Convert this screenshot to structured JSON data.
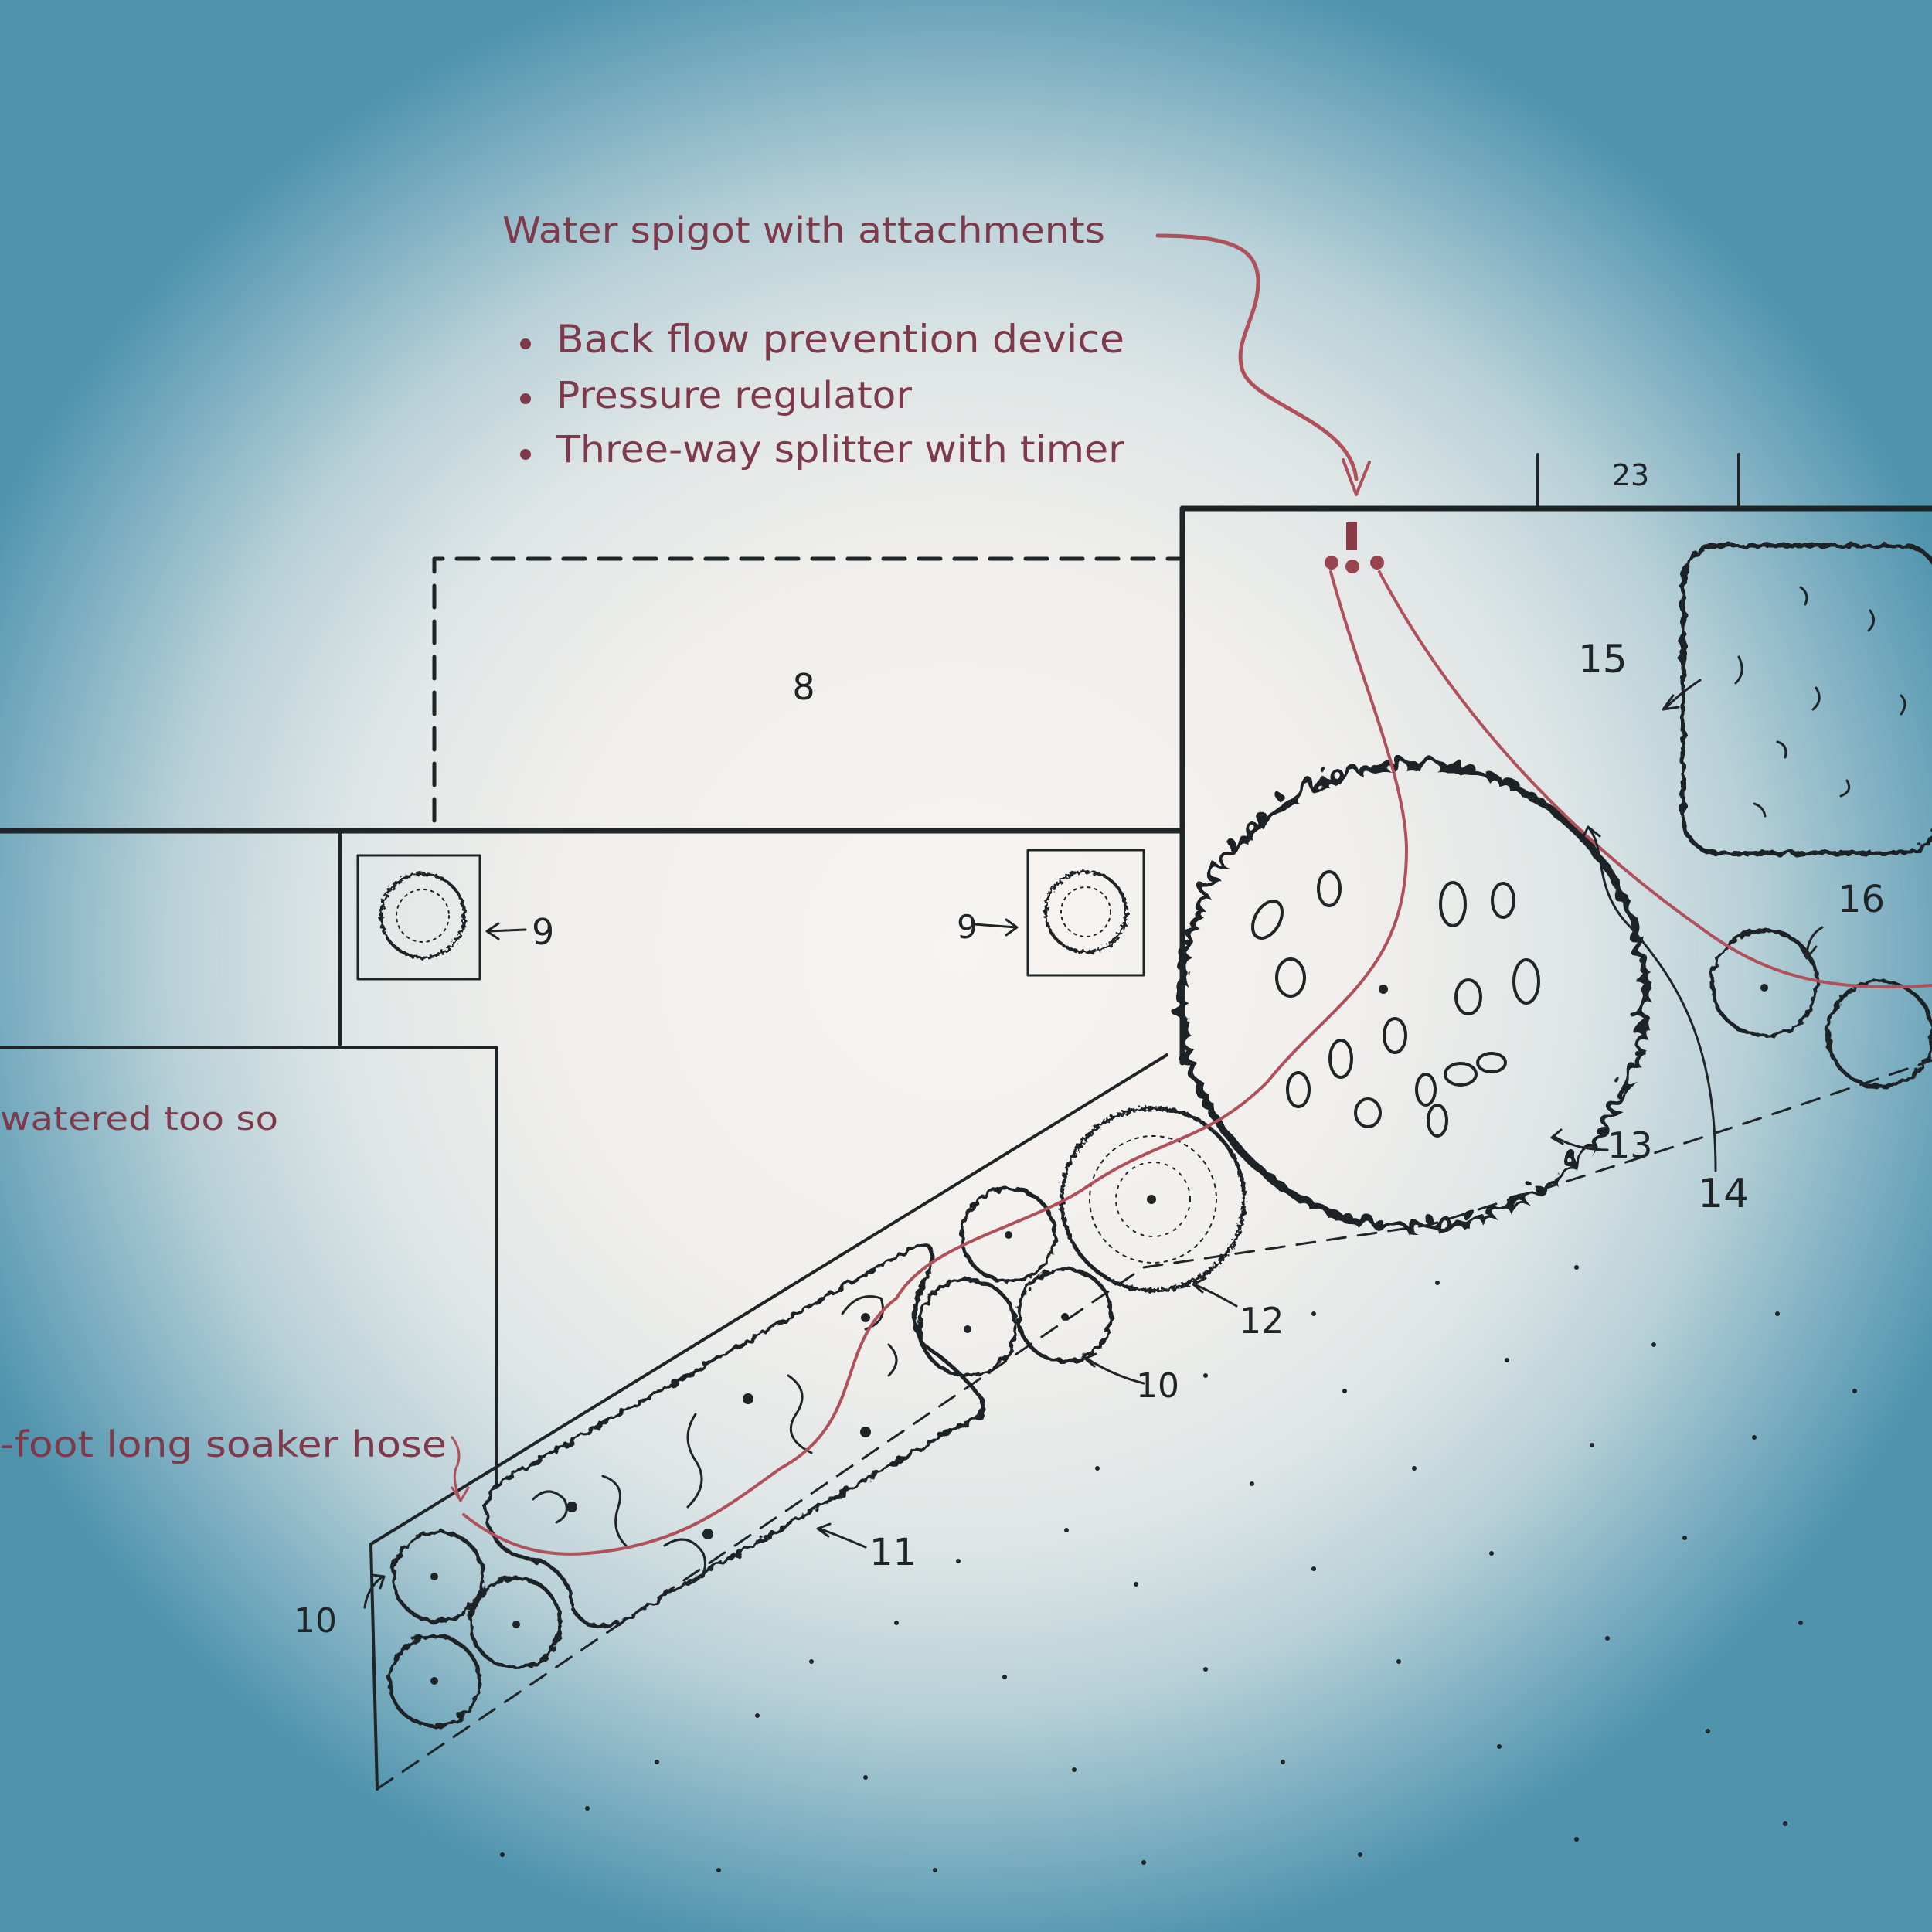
{
  "spigot_note": {
    "title": "Water spigot with attachments",
    "items": [
      "Back flow prevention device",
      "Pressure regulator",
      "Three-way splitter with timer"
    ]
  },
  "side_notes": {
    "watered": "watered too so",
    "soaker": "-foot long soaker hose"
  },
  "labels": {
    "area_8": "8",
    "dim_23": "23",
    "item_9_left": "9",
    "item_9_right": "9",
    "item_10_left": "10",
    "item_10_mid": "10",
    "item_11": "11",
    "item_12": "12",
    "item_13": "13",
    "item_14": "14",
    "item_15": "15",
    "item_16": "16"
  },
  "colors": {
    "ink": "#1f2426",
    "red_pencil": "#b0505a",
    "note_text": "#7e3a4a"
  }
}
